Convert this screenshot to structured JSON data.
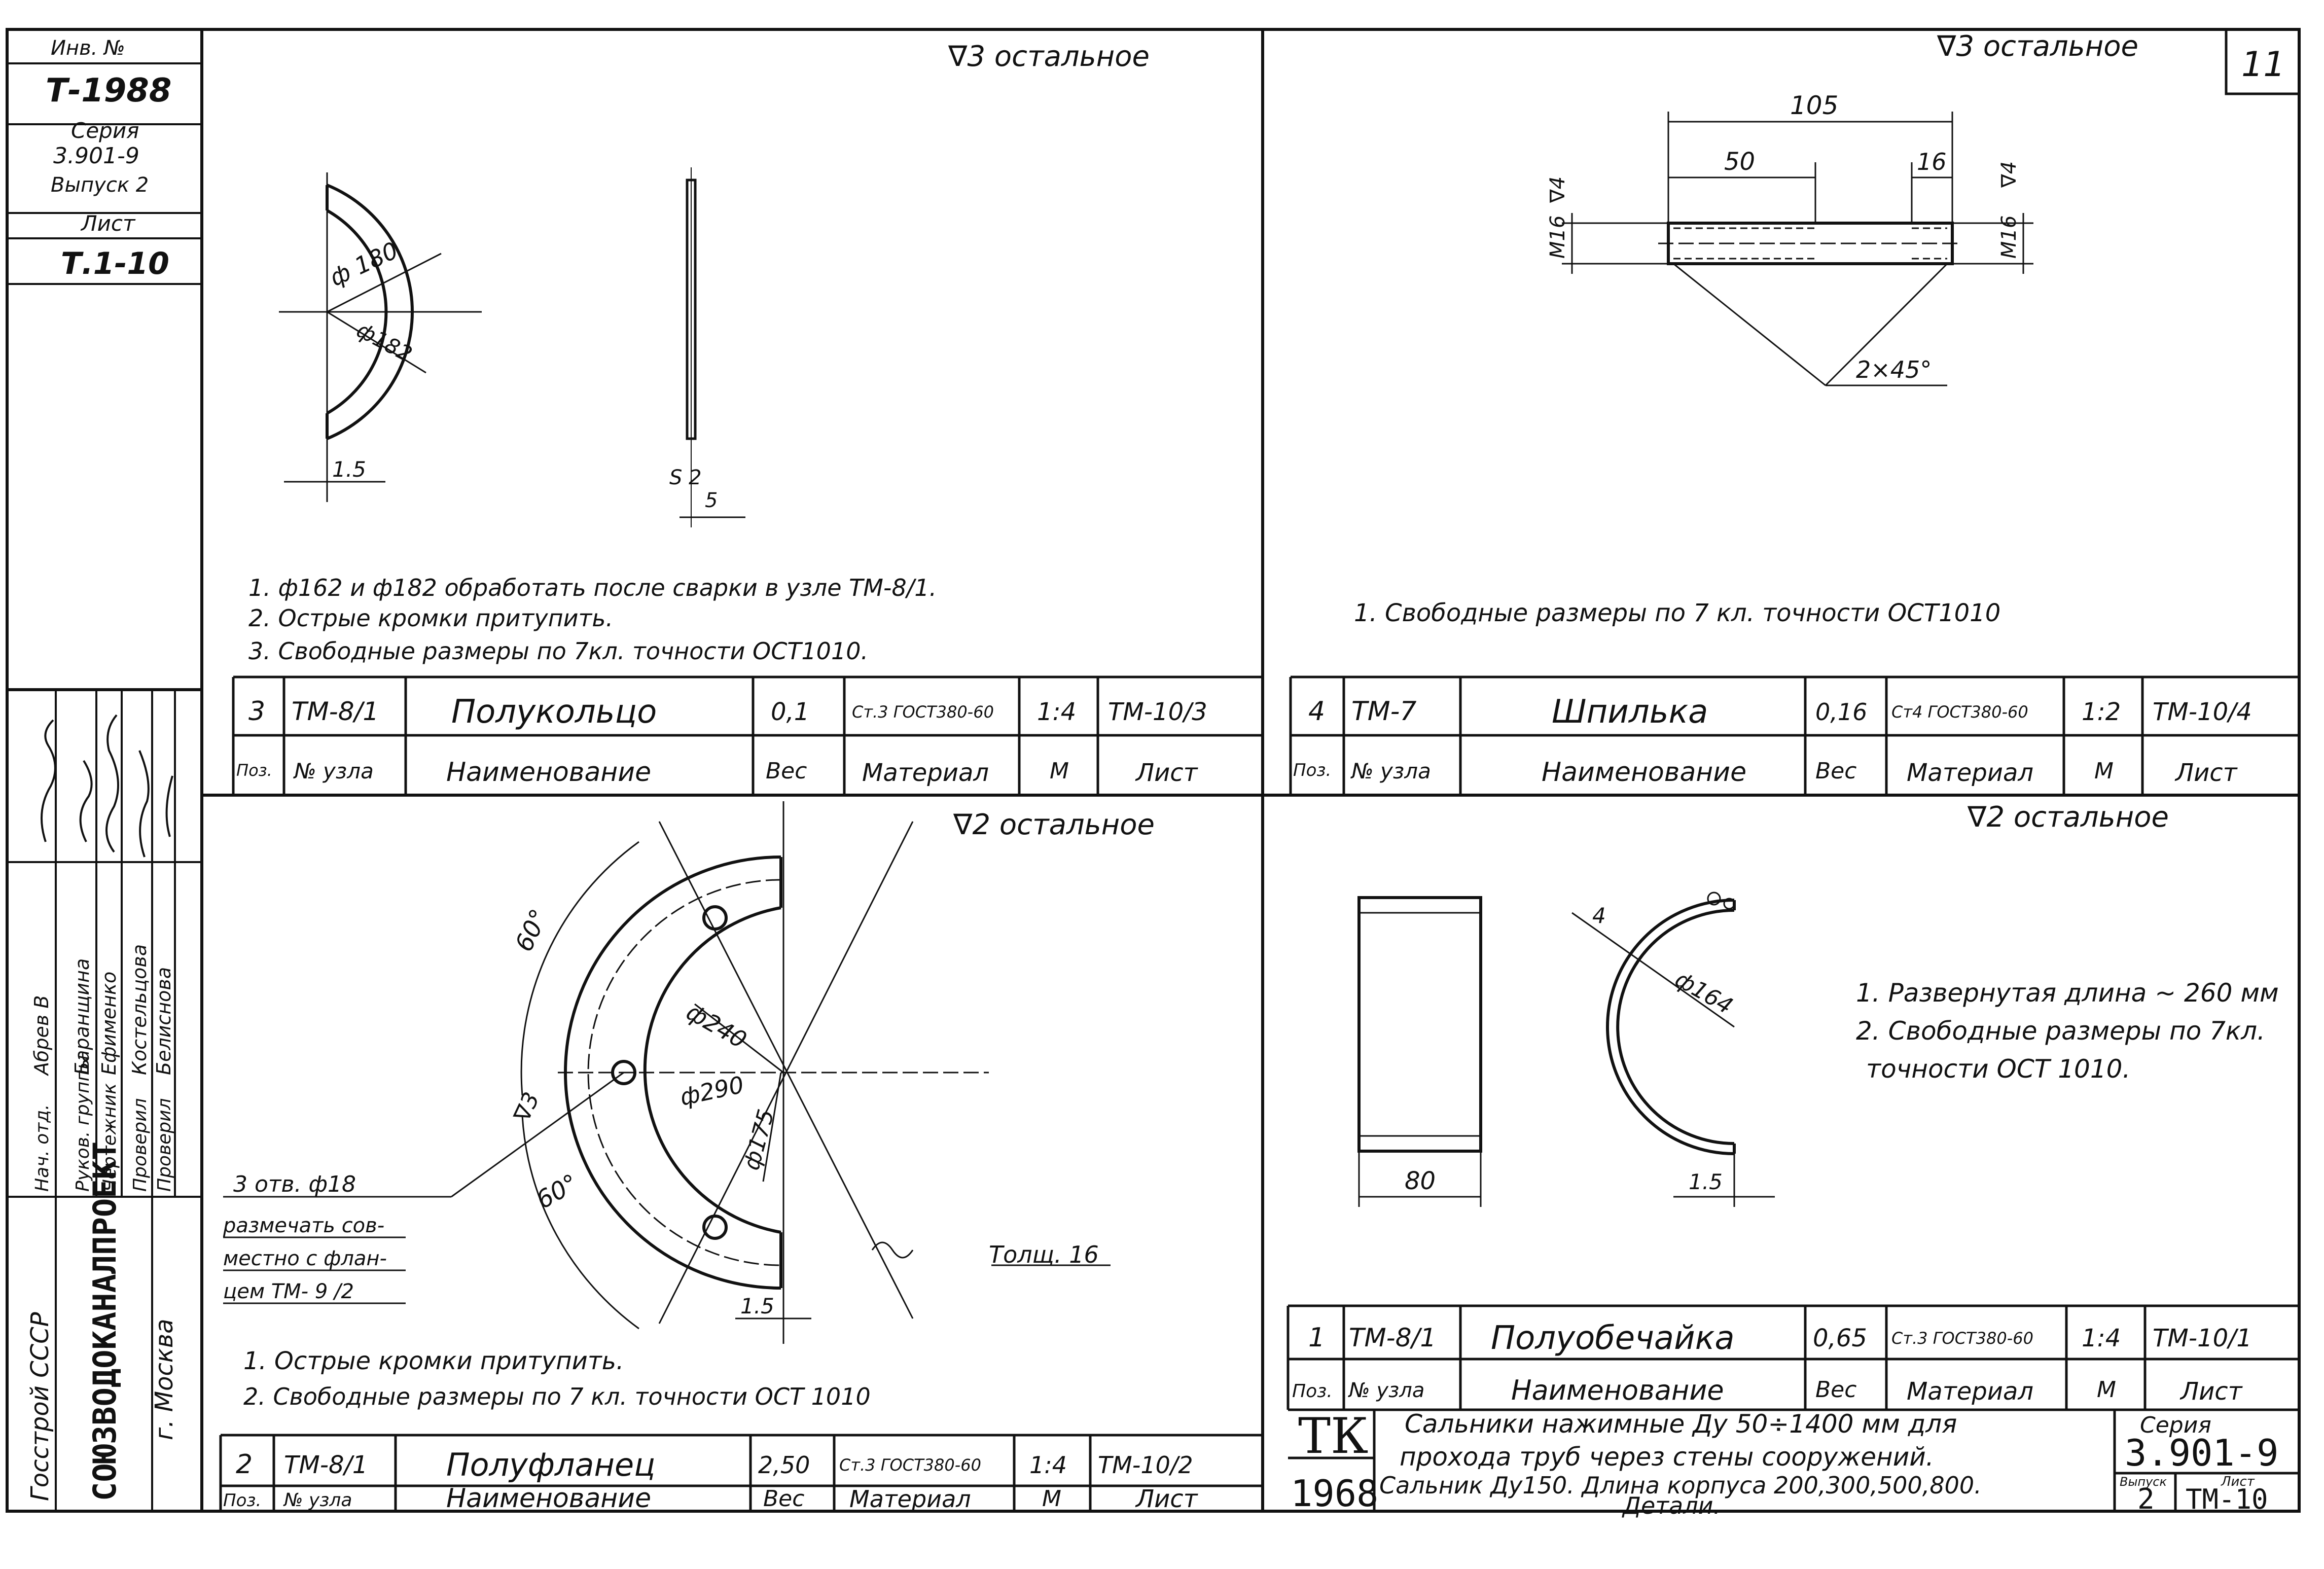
{
  "stamp": {
    "inv_label": "Инв. №",
    "inv_value": "Т-1988",
    "series_label": "Серия",
    "series_value": "3.901-9",
    "issue_label": "Выпуск 2",
    "sheet_label": "Лист",
    "sheet_value": "Т.1-10"
  },
  "signatures": {
    "roles": [
      "Нач. отд.",
      "Руков. группы",
      "Чертежник",
      "Проверил",
      "Проверил"
    ],
    "names": [
      "Абрев В",
      "Баранщина",
      "Ефименко",
      "Костельцова",
      "Белиснова"
    ],
    "org_top": "Госстрой СССР",
    "org_mid": "СОЮЗВОДОКАНАЛПРОЕКТ",
    "org_city": "г. Москва"
  },
  "sheet_number": "11",
  "panel1": {
    "roughness": "∇3 остальное",
    "dims": {
      "d180": "ф 180",
      "d182": "ф182",
      "w15": "1.5",
      "s2": "S 2",
      "w5": "5"
    },
    "notes": [
      "1. ф162 и ф182 обработать после сварки в узле ТМ-8/1.",
      "2. Острые кромки притупить.",
      "3. Свободные размеры по 7кл. точности ОСТ1010."
    ],
    "table": {
      "pos": "3",
      "node": "ТМ-8/1",
      "name": "Полукольцо",
      "weight": "0,1",
      "material": "Ст.3 ГОСТ380-60",
      "scale": "1:4",
      "sheet": "ТМ-10/3"
    }
  },
  "panel2": {
    "roughness": "∇3 остальное",
    "dims": {
      "l105": "105",
      "l50": "50",
      "l16": "16",
      "m16a": "М16",
      "m16b": "М16",
      "r4a": "∇4",
      "r4b": "∇4",
      "chamfer": "2×45°"
    },
    "notes": [
      "1. Свободные размеры по 7 кл. точности ОСТ1010"
    ],
    "table": {
      "pos": "4",
      "node": "ТМ-7",
      "name": "Шпилька",
      "weight": "0,16",
      "material": "Ст4 ГОСТ380-60",
      "scale": "1:2",
      "sheet": "ТМ-10/4"
    }
  },
  "panel3": {
    "roughness": "∇2 остальное",
    "dims": {
      "a60a": "60°",
      "a60b": "60°",
      "d240": "ф240",
      "d290": "ф290",
      "d175": "ф175",
      "r3": "∇3",
      "w15": "1.5",
      "thick": "Толщ. 16"
    },
    "holes": [
      "3 отв. ф18",
      "размечать сов-",
      "местно с флан-",
      "цем ТМ- 9 /2"
    ],
    "notes": [
      "1. Острые кромки притупить.",
      "2. Свободные размеры по 7 кл. точности ОСТ 1010"
    ],
    "table": {
      "pos": "2",
      "node": "ТМ-8/1",
      "name": "Полуфланец",
      "weight": "2,50",
      "material": "Ст.3 ГОСТ380-60",
      "scale": "1:4",
      "sheet": "ТМ-10/2"
    }
  },
  "panel4": {
    "roughness": "∇2 остальное",
    "dims": {
      "w80": "80",
      "d164": "ф164",
      "t4": "4",
      "w15": "1.5"
    },
    "notes": [
      "1. Развернутая длина ~ 260 мм",
      "2. Свободные размеры по 7кл.",
      "точности ОСТ 1010."
    ],
    "table": {
      "pos": "1",
      "node": "ТМ-8/1",
      "name": "Полуобечайка",
      "weight": "0,65",
      "material": "Ст.3 ГОСТ380-60",
      "scale": "1:4",
      "sheet": "ТМ-10/1"
    }
  },
  "table_headers": {
    "pos": "Поз.",
    "node": "№ узла",
    "name": "Наименование",
    "weight": "Вес",
    "material": "Материал",
    "scale": "М",
    "sheet": "Лист"
  },
  "title_block": {
    "tk": "ТК",
    "year": "1968",
    "title1": "Сальники нажимные Ду 50÷1400 мм для",
    "title2": "прохода труб через стены сооружений.",
    "title3": "Сальник Ду150. Длина корпуса 200,300,500,800.",
    "title4": "Детали.",
    "series_label": "Серия",
    "series_value": "3.901-9",
    "issue_label": "Выпуск",
    "issue_value": "2",
    "sheet_label": "Лист",
    "sheet_value": "ТМ-10"
  }
}
